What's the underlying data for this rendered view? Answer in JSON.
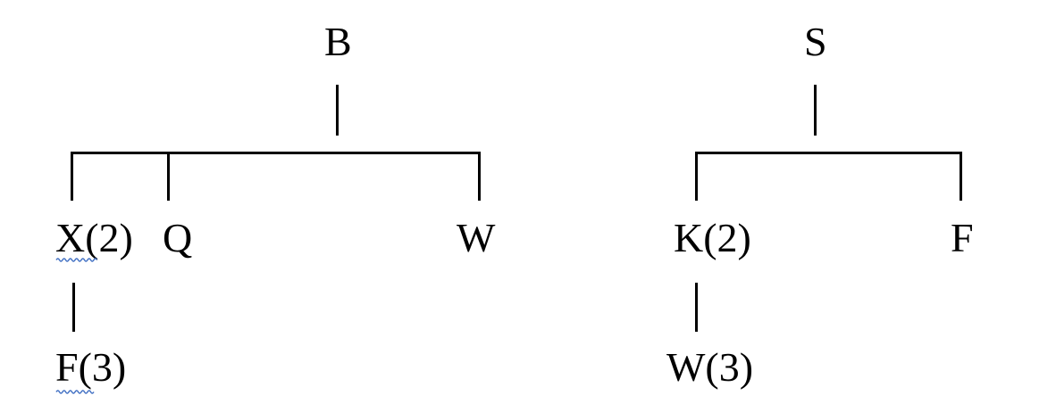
{
  "document": {
    "background": "#ffffff",
    "text_color": "#000000",
    "line_color": "#000000",
    "squiggle_color": "#4472c4"
  },
  "trees": [
    {
      "id": "left",
      "root": {
        "label": "B"
      },
      "children": [
        {
          "label": "X(2)",
          "spellcheck_underline": true
        },
        {
          "label": "Q",
          "spellcheck_underline": false
        },
        {
          "label": "W",
          "spellcheck_underline": false
        }
      ],
      "grandchild": {
        "label": "F(3)",
        "parent": "X(2)",
        "spellcheck_underline": true
      }
    },
    {
      "id": "right",
      "root": {
        "label": "S"
      },
      "children": [
        {
          "label": "K(2)",
          "spellcheck_underline": false
        },
        {
          "label": "F",
          "spellcheck_underline": false
        }
      ],
      "grandchild": {
        "label": "W(3)",
        "parent": "K(2)",
        "spellcheck_underline": false
      }
    }
  ]
}
